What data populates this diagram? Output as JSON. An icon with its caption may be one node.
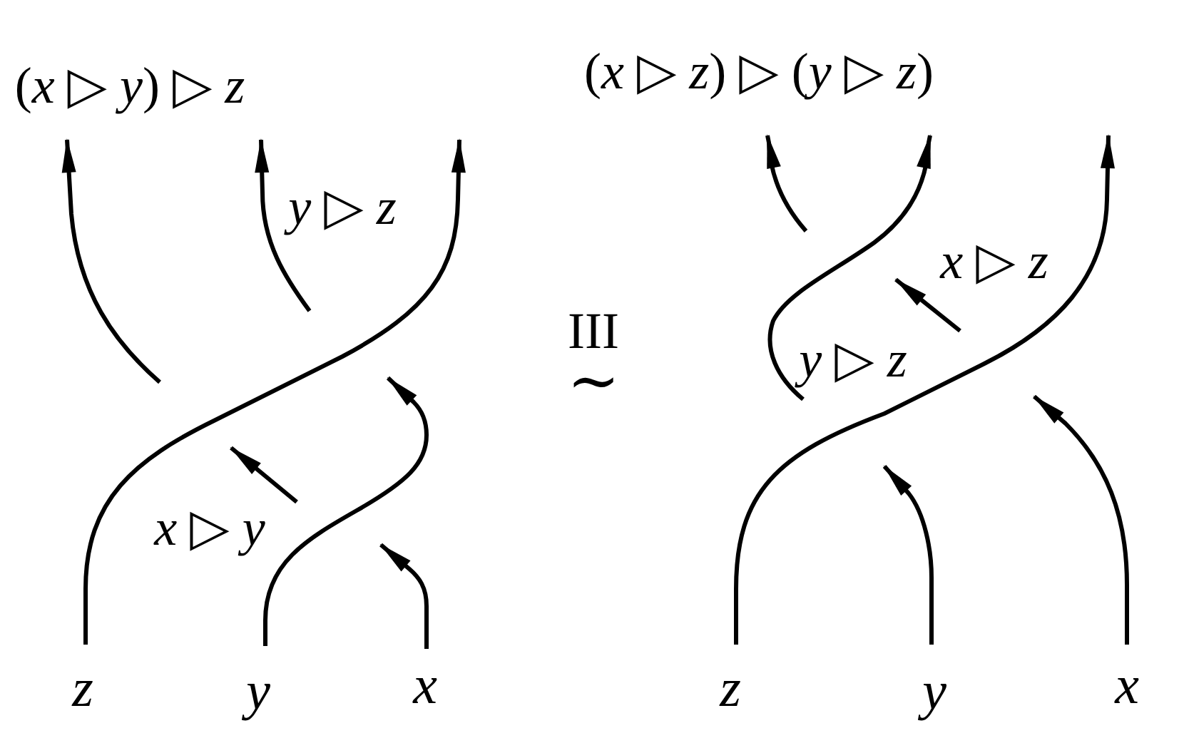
{
  "diagram": {
    "labels": [
      "(*x* ▷ *y*) ▷ *z*",
      "(*x* ▷ *z*) ▷ (*y* ▷ *z*)",
      "*y* ▷ *z*",
      "*x* ▷ *z*",
      "III",
      "∼",
      "*y* ▷ *z*",
      "*x* ▷ *y*",
      "z",
      "y",
      "x",
      "z",
      "y",
      "x"
    ]
  }
}
